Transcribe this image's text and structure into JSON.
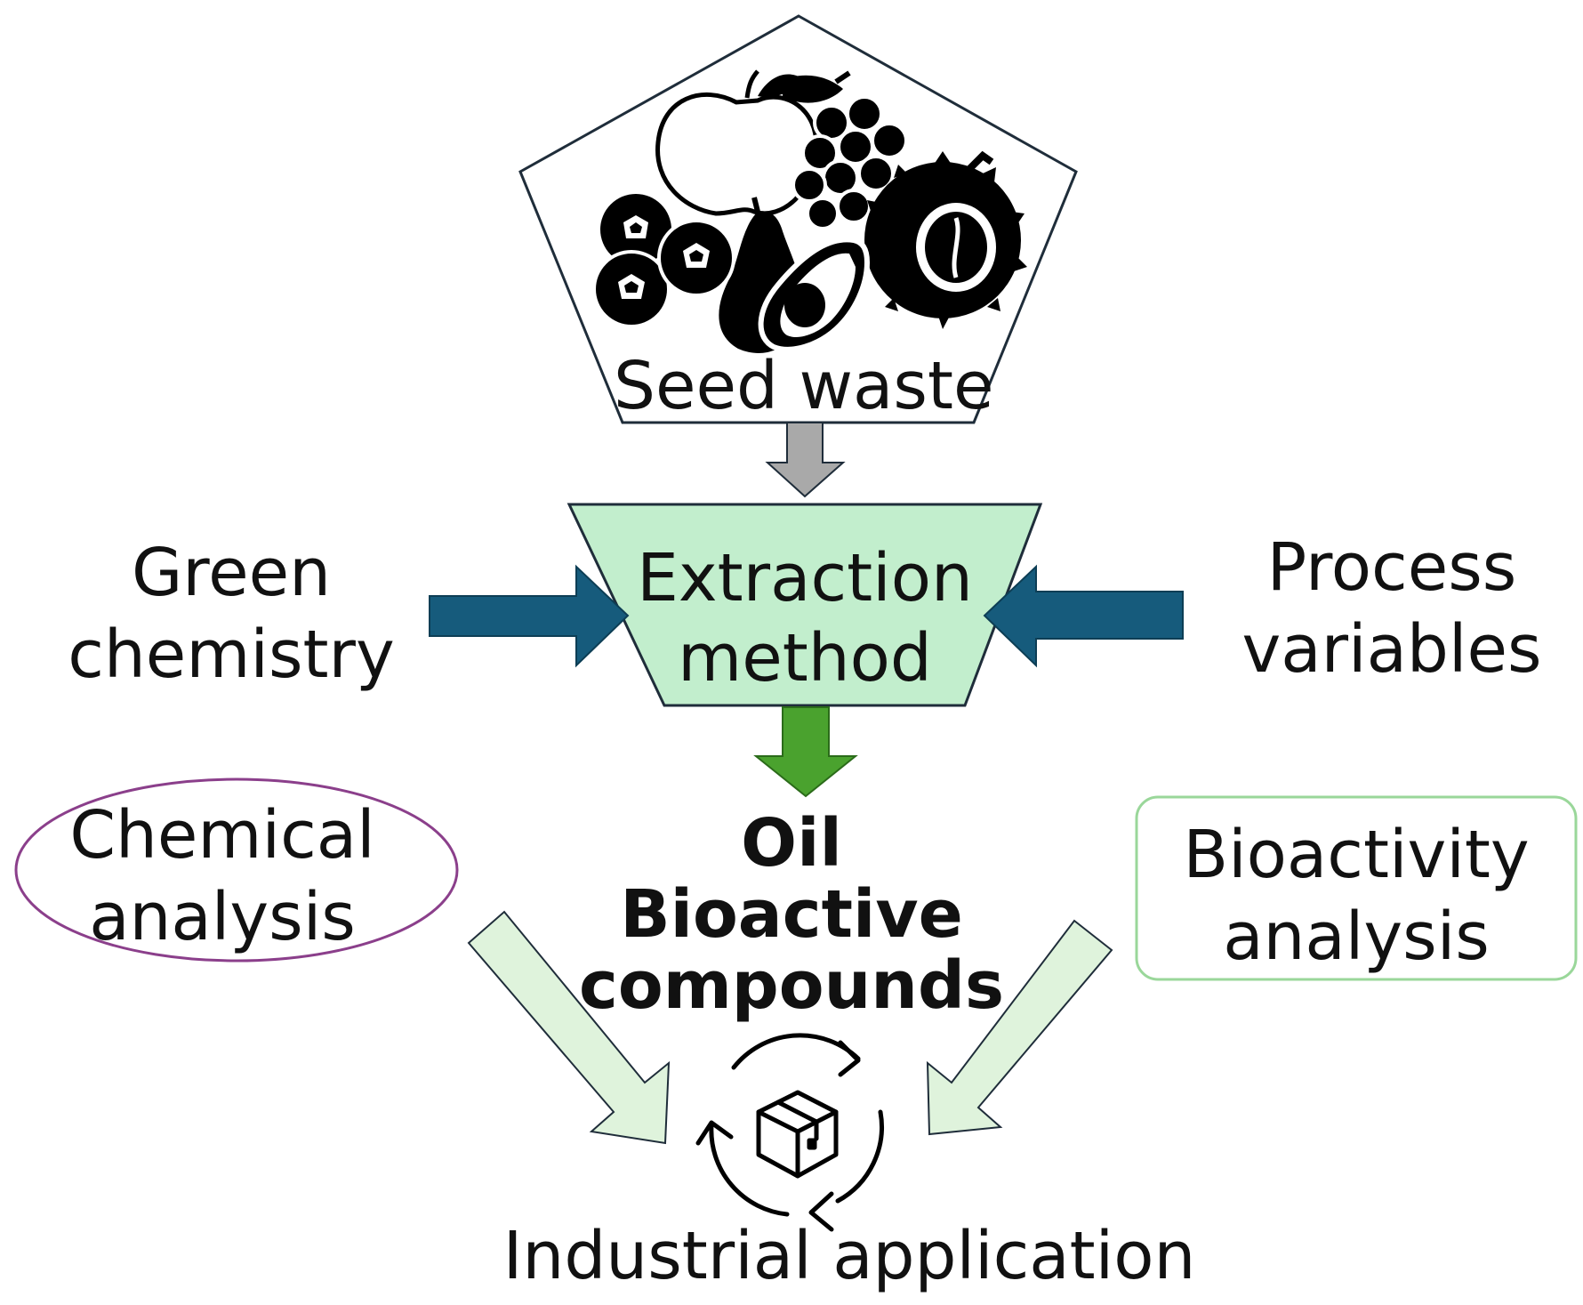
{
  "nodes": {
    "seed_waste": "Seed waste",
    "extraction": {
      "line1": "Extraction",
      "line2": "method"
    },
    "green": {
      "line1": "Green",
      "line2": "chemistry"
    },
    "process": {
      "line1": "Process",
      "line2": "variables"
    },
    "chemical": {
      "line1": "Chemical",
      "line2": "analysis"
    },
    "bioactivity": {
      "line1": "Bioactivity",
      "line2": "analysis"
    },
    "products": {
      "line1": "Oil",
      "line2": "Bioactive",
      "line3": "compounds"
    },
    "industrial": "Industrial application"
  },
  "icons": [
    "fruit-seeds-icon",
    "recycle-box-icon"
  ],
  "colors": {
    "extraction_fill": "#c2eecd",
    "blue_arrow": "#165b7c",
    "green_arrow": "#4aa22e",
    "gray_arrow": "#a9a9a9",
    "light_arrow": "#dff3dc",
    "chemical_border": "#8b3f8b",
    "bioactivity_border": "#9ad79a"
  }
}
